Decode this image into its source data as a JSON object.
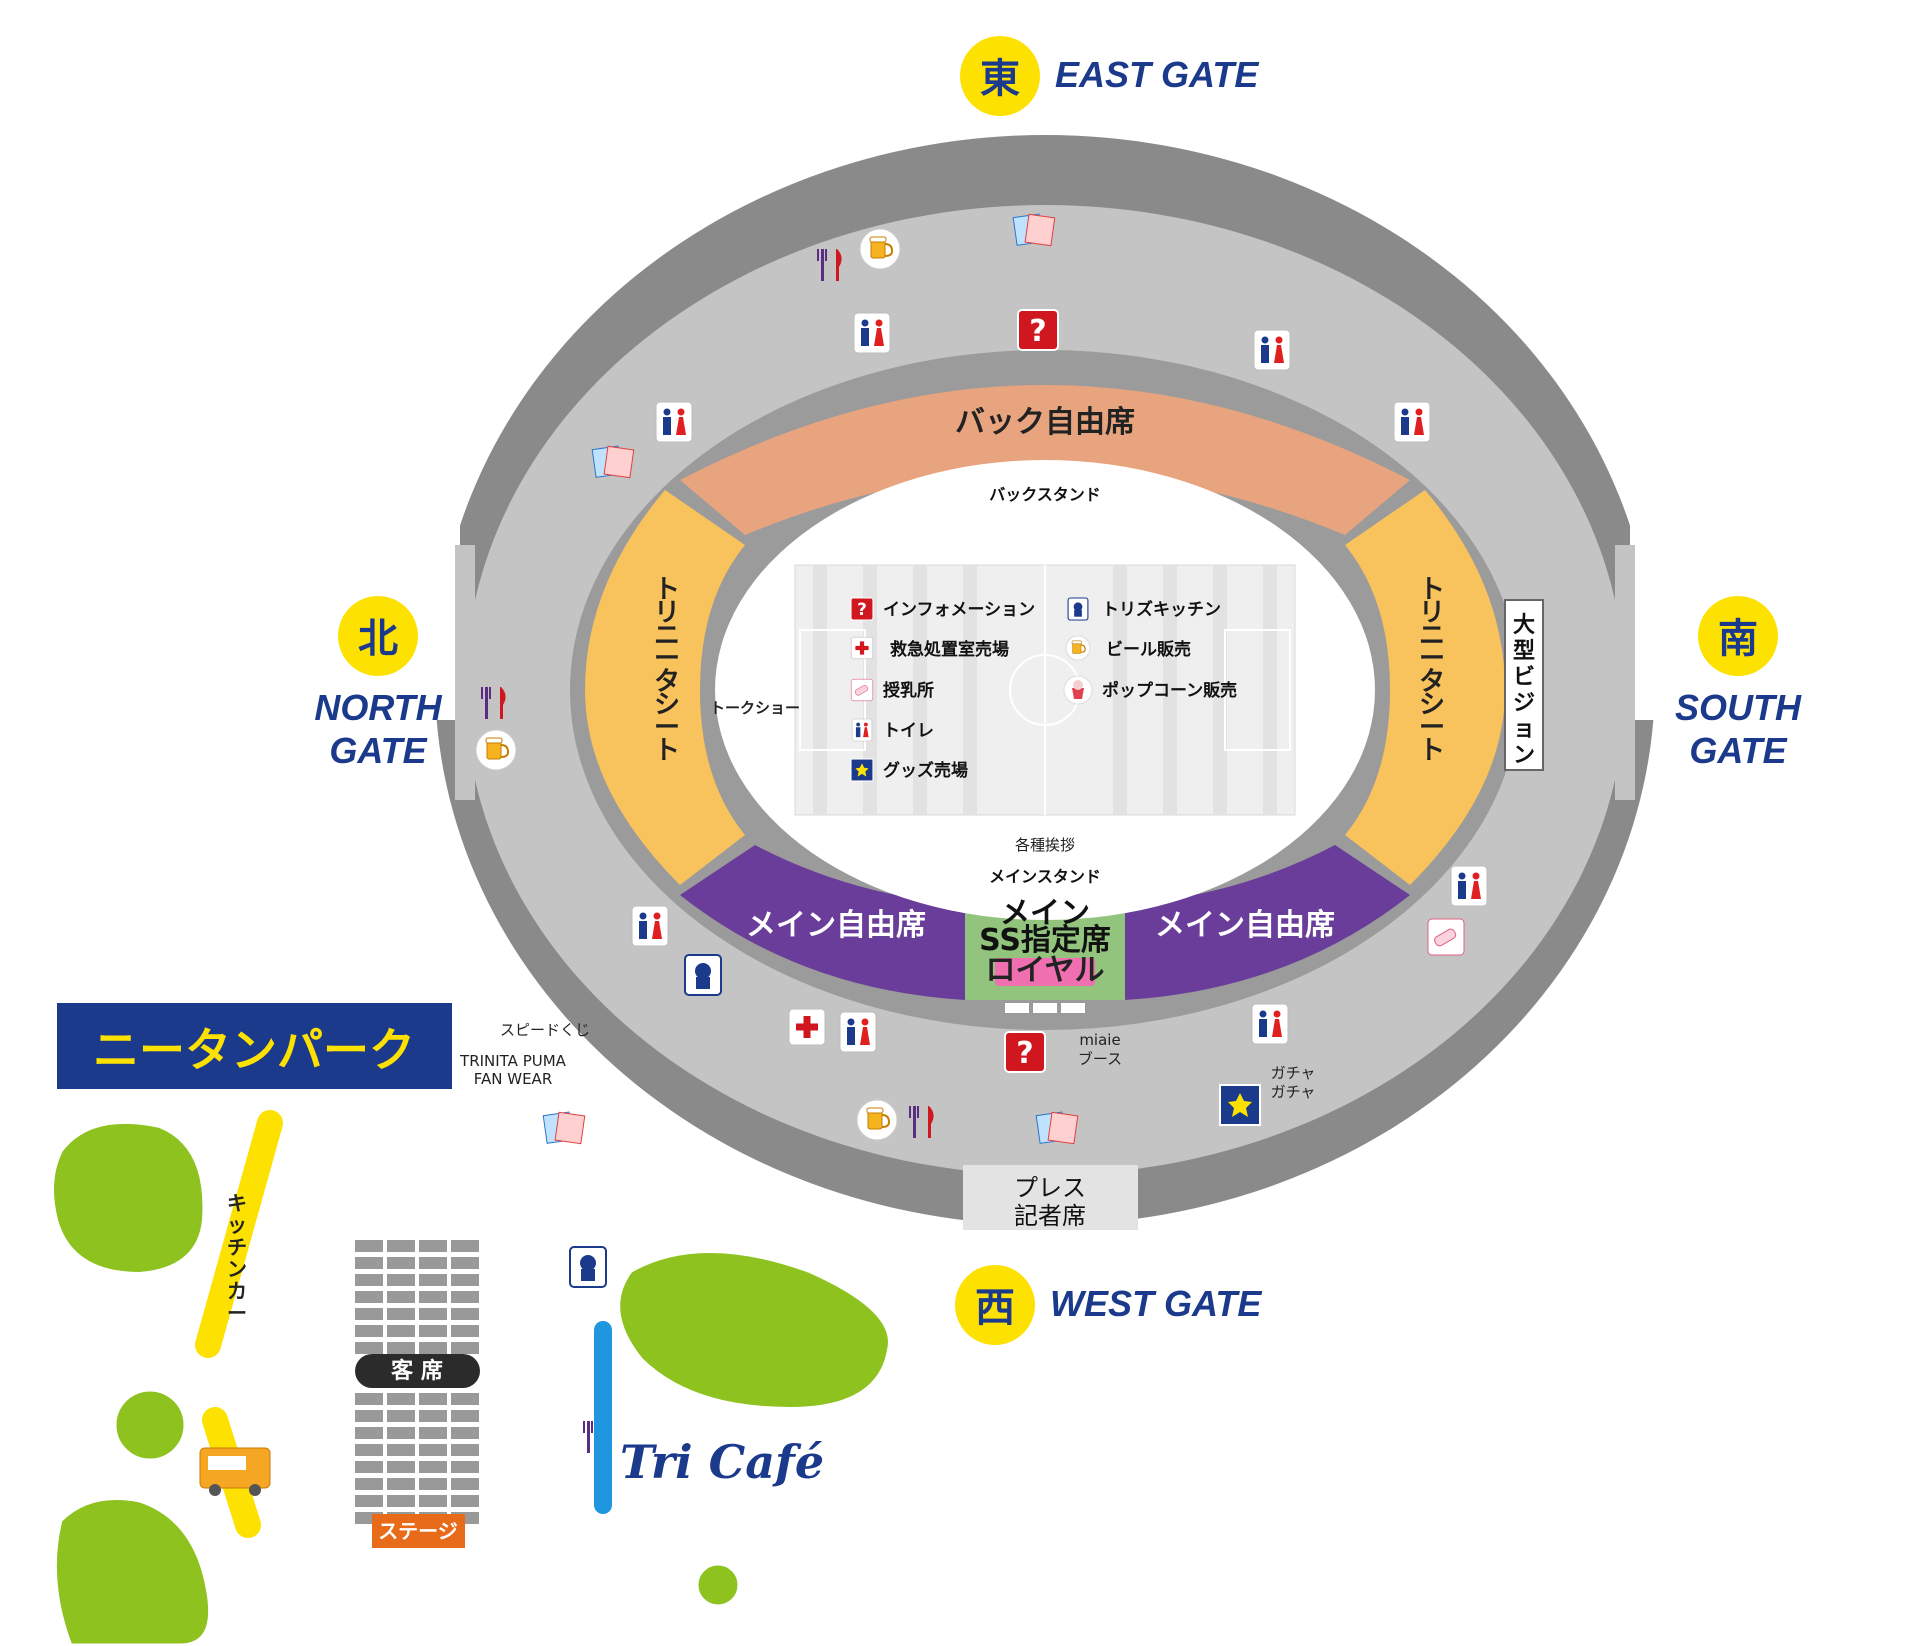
{
  "gates": {
    "east": {
      "kanji": "東",
      "label": "EAST GATE"
    },
    "north": {
      "kanji": "北",
      "line1": "NORTH",
      "line2": "GATE"
    },
    "south": {
      "kanji": "南",
      "line1": "SOUTH",
      "line2": "GATE"
    },
    "west": {
      "kanji": "西",
      "label": "WEST GATE"
    }
  },
  "seating": {
    "back_free": "バック自由席",
    "back_stand": "バックスタンド",
    "trinita_seat_chars": [
      "ト",
      "リ",
      "ニ",
      "ー",
      "タ",
      "シ",
      "ー",
      "ト"
    ],
    "main_free_left": "メイン自由席",
    "main_free_right": "メイン自由席",
    "main_ss_line1": "メイン",
    "main_ss_line2": "SS指定席",
    "royal": "ロイヤル",
    "main_stand": "メインスタンド",
    "greetings": "各種挨拶",
    "talk_show": "トークショー",
    "big_vision_chars": [
      "大",
      "型",
      "ビ",
      "ジ",
      "ョ",
      "ン"
    ],
    "press_line1": "プレス",
    "press_line2": "記者席"
  },
  "legend": [
    {
      "icon": "information-icon",
      "label": "インフォメーション"
    },
    {
      "icon": "first-aid-icon",
      "label": "救急処置室売場"
    },
    {
      "icon": "nursing-room-icon",
      "label": "授乳所"
    },
    {
      "icon": "restroom-icon",
      "label": "トイレ"
    },
    {
      "icon": "goods-shop-icon",
      "label": "グッズ売場"
    },
    {
      "icon": "tris-kitchen-icon",
      "label": "トリズキッチン"
    },
    {
      "icon": "beer-icon",
      "label": "ビール販売"
    },
    {
      "icon": "popcorn-icon",
      "label": "ポップコーン販売"
    }
  ],
  "annotations": {
    "speed_kuji": "スピードくじ",
    "puma_line1": "TRINITA PUMA",
    "puma_line2": "FAN WEAR",
    "miaie_line1": "miaie",
    "miaie_line2": "ブース",
    "gacha_line1": "ガチャ",
    "gacha_line2": "ガチャ"
  },
  "park": {
    "name": "ニータンパーク",
    "kitchen_car_chars": [
      "キ",
      "ッ",
      "チ",
      "ン",
      "カ",
      "ー"
    ],
    "audience_seats": "客 席",
    "stage": "ステージ",
    "tri_cafe": "Tri Café"
  },
  "colors": {
    "navy": "#1b3a8c",
    "yellow": "#fde100",
    "back_stand": "#e8a47e",
    "trinita_seat": "#f8c25c",
    "main_free": "#6a3d9a",
    "main_ss": "#93c47d",
    "royal": "#f06fb0",
    "concourse": "#c4c4c4",
    "outer_ring": "#8a8a8a",
    "grass": "#8dc21f"
  }
}
